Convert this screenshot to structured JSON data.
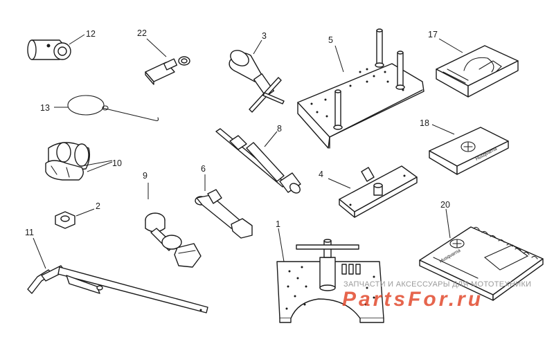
{
  "callouts": [
    "12",
    "22",
    "3",
    "5",
    "17",
    "13",
    "8",
    "18",
    "10",
    "9",
    "6",
    "4",
    "2",
    "11",
    "1",
    "20"
  ],
  "book_brand": "Husqvarna",
  "watermark": {
    "line1": "ЗАПЧАСТИ И АКСЕССУАРЫ ДЛЯ МОТОТЕХНИКИ",
    "line2": "PartsFor.ru",
    "color": "#e24b2e"
  }
}
